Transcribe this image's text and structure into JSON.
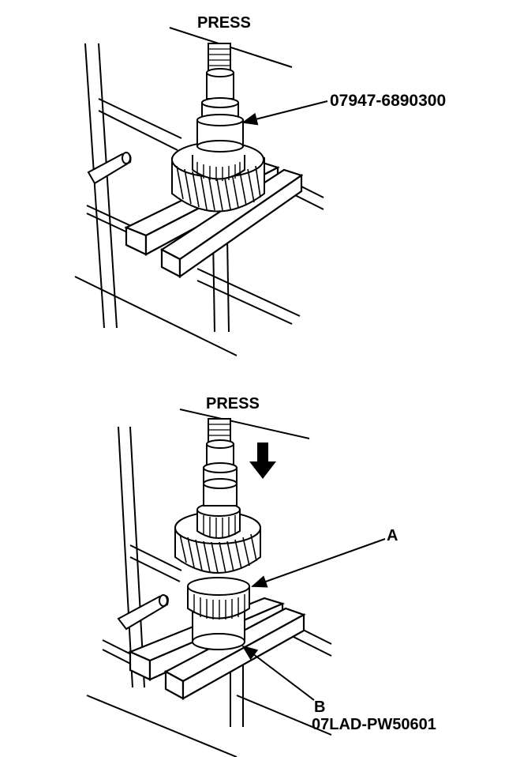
{
  "top_figure": {
    "press_label": "PRESS",
    "tool_label": "07947-6890300"
  },
  "bottom_figure": {
    "press_label": "PRESS",
    "callout_a": "A",
    "callout_b": "B",
    "tool_label": "07LAD-PW50601"
  },
  "colors": {
    "line": "#000000",
    "background": "#ffffff"
  }
}
